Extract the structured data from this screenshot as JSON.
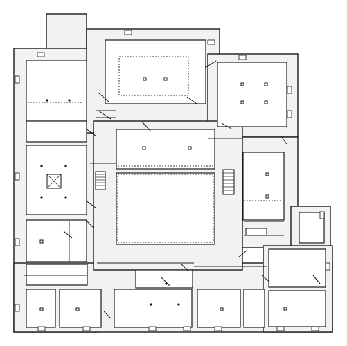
{
  "plan": {
    "colors": {
      "ink": "#1a1a1a",
      "wall_fill": "#f2f2f2",
      "room_fill": "#ffffff"
    },
    "rooms": [
      "room-north-hall",
      "room-northeast",
      "room-west-upper",
      "room-west-stair",
      "room-west-middle",
      "room-west-lower",
      "room-central-upper",
      "room-central-court",
      "room-east-middle",
      "room-east-annex",
      "room-south-1",
      "room-south-2",
      "room-south-3",
      "room-south-4",
      "room-south-5",
      "room-southeast"
    ]
  }
}
